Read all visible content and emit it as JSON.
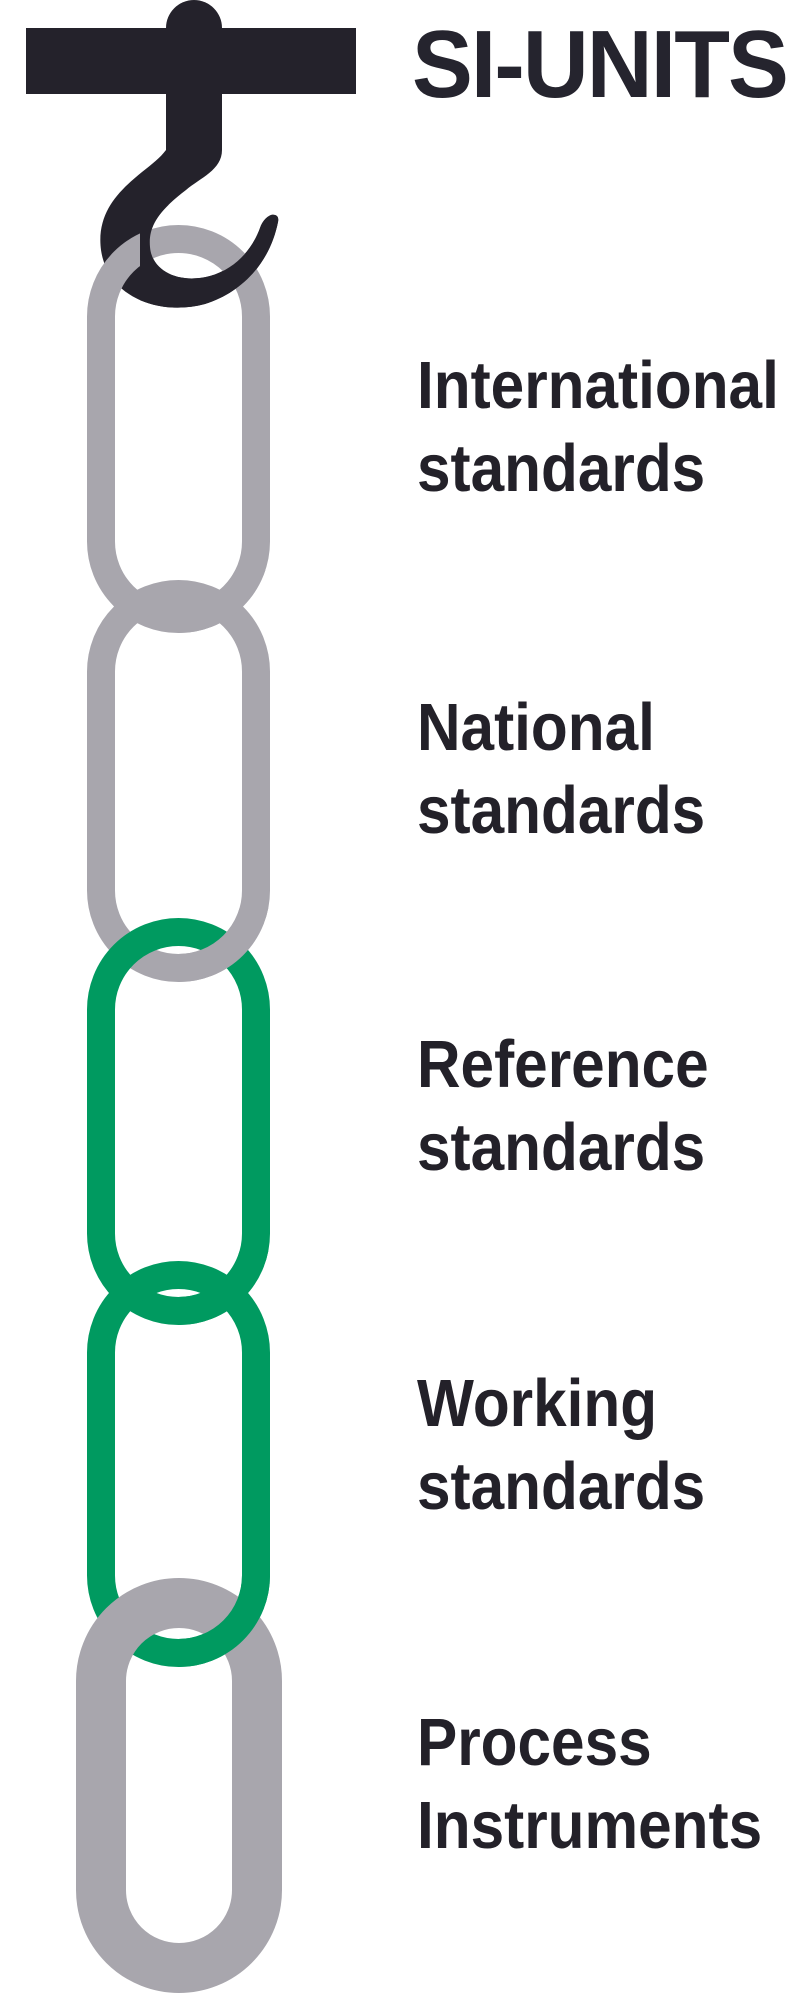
{
  "title": "SI-UNITS",
  "colors": {
    "hook_black": "#24222b",
    "chain_gray": "#a8a6ad",
    "chain_green": "#009a60",
    "label_text": "#232129"
  },
  "diagram": {
    "type": "traceability-chain",
    "anchor_label": "SI-UNITS",
    "levels": [
      {
        "label": "International standards",
        "lines": [
          "International",
          "standards"
        ],
        "link_color": "gray"
      },
      {
        "label": "National standards",
        "lines": [
          "National",
          "standards"
        ],
        "link_color": "gray"
      },
      {
        "label": "Reference standards",
        "lines": [
          "Reference",
          "standards"
        ],
        "link_color": "green"
      },
      {
        "label": "Working standards",
        "lines": [
          "Working",
          "standards"
        ],
        "link_color": "green"
      },
      {
        "label": "Process Instruments",
        "lines": [
          "Process",
          "Instruments"
        ],
        "link_color": "gray"
      }
    ]
  }
}
